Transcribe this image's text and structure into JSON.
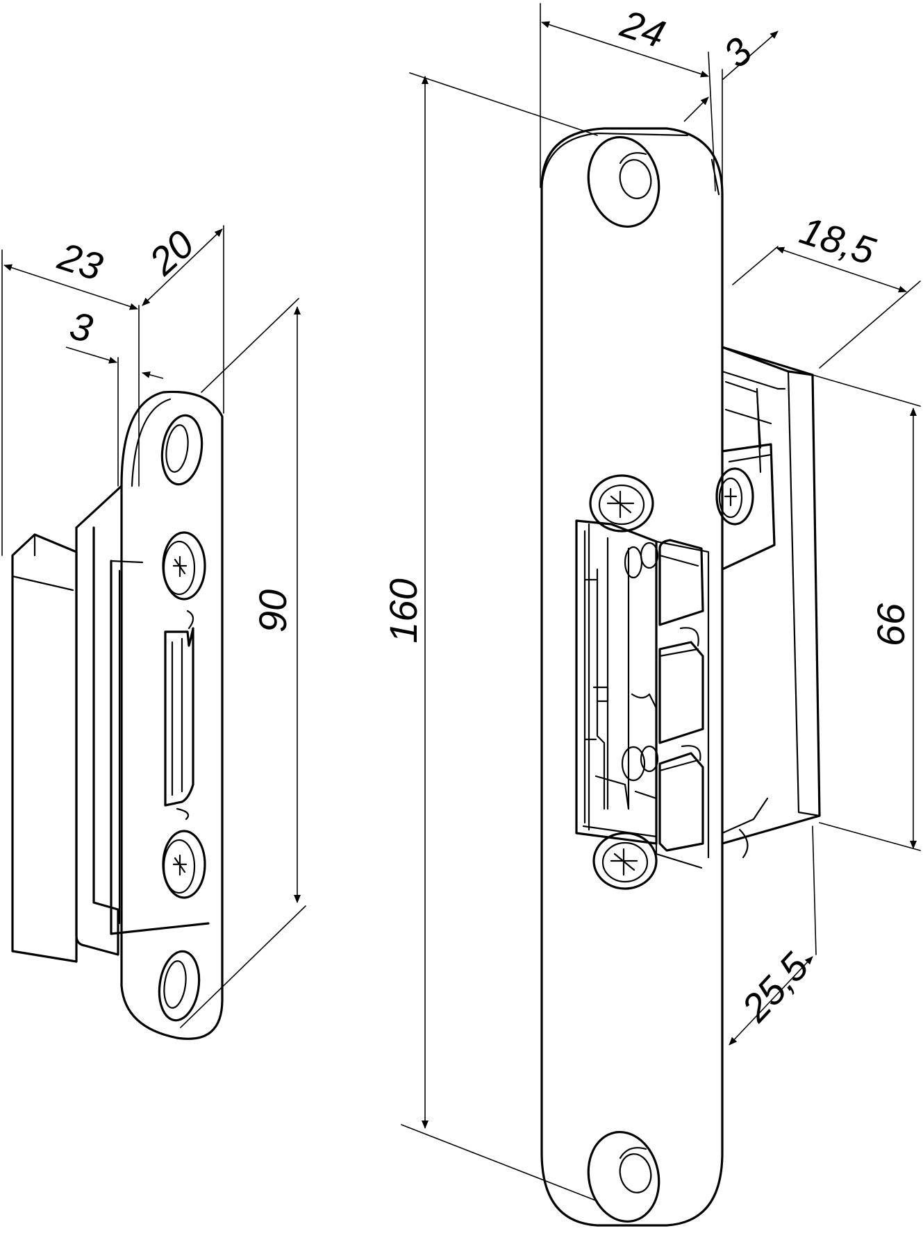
{
  "dimensions": {
    "strike_plate_length": "160",
    "strike_plate_width": "24",
    "strike_plate_thickness": "3",
    "strike_body_depth": "18,5",
    "strike_body_height": "66",
    "strike_body_width": "25,5",
    "keeper_length": "90",
    "keeper_depth": "23",
    "keeper_width": "20",
    "keeper_thickness": "3"
  }
}
